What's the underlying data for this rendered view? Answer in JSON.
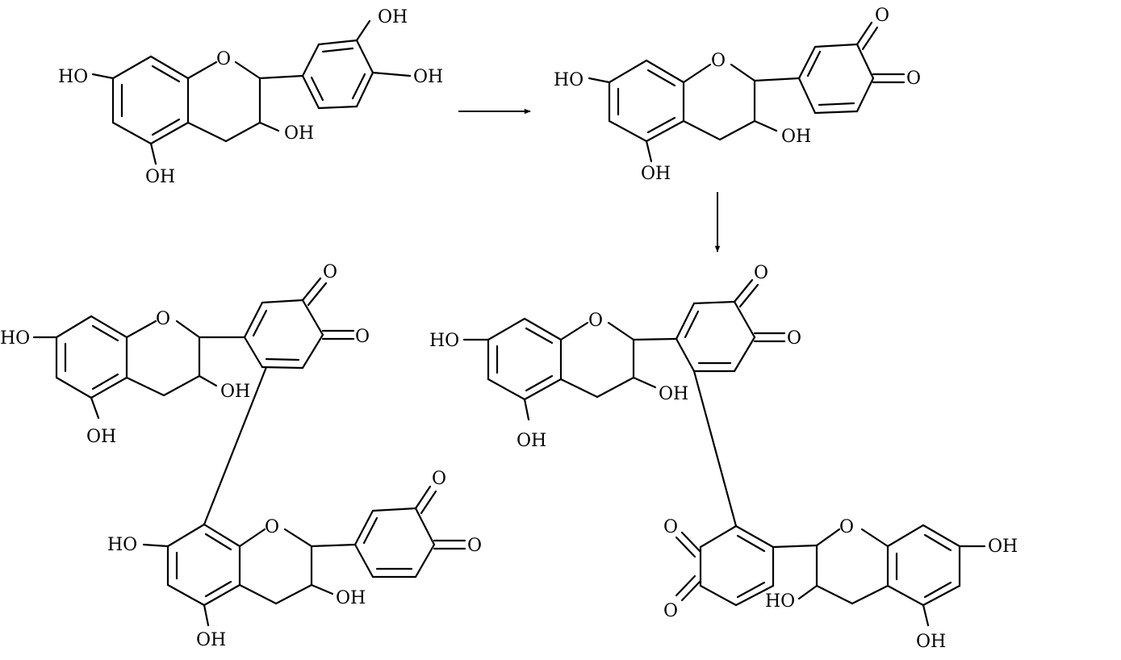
{
  "labels": {
    "oh": "OH",
    "ho": "HO",
    "o": "O"
  },
  "colors": {
    "ink": "#000000",
    "background": "#ffffff"
  }
}
